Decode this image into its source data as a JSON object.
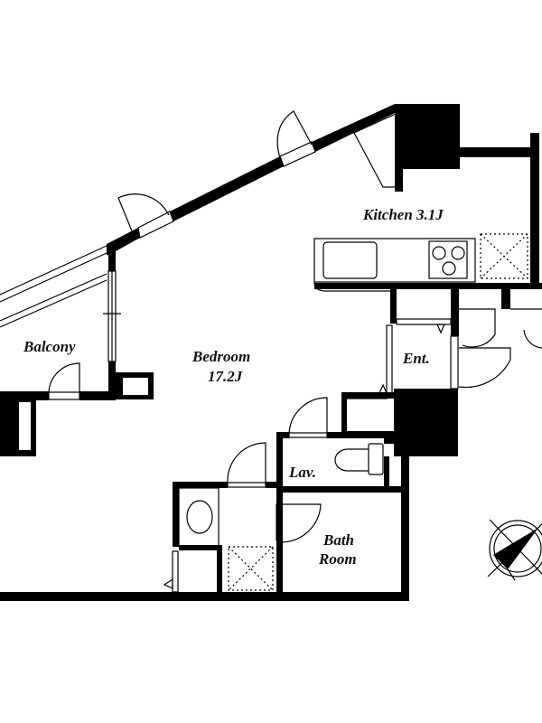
{
  "plan": {
    "rooms": {
      "kitchen": "Kitchen 3.1J",
      "balcony": "Balcony",
      "bedroom": "Bedroom",
      "bedroom_size": "17.2J",
      "entrance": "Ent.",
      "lavatory": "Lav.",
      "bath_line1": "Bath",
      "bath_line2": "Room"
    },
    "colors": {
      "wall": "#000000",
      "background": "#ffffff"
    },
    "icons": [
      "compass-icon",
      "door-swing-icon",
      "toilet-icon",
      "sink-icon",
      "stove-icon"
    ]
  }
}
